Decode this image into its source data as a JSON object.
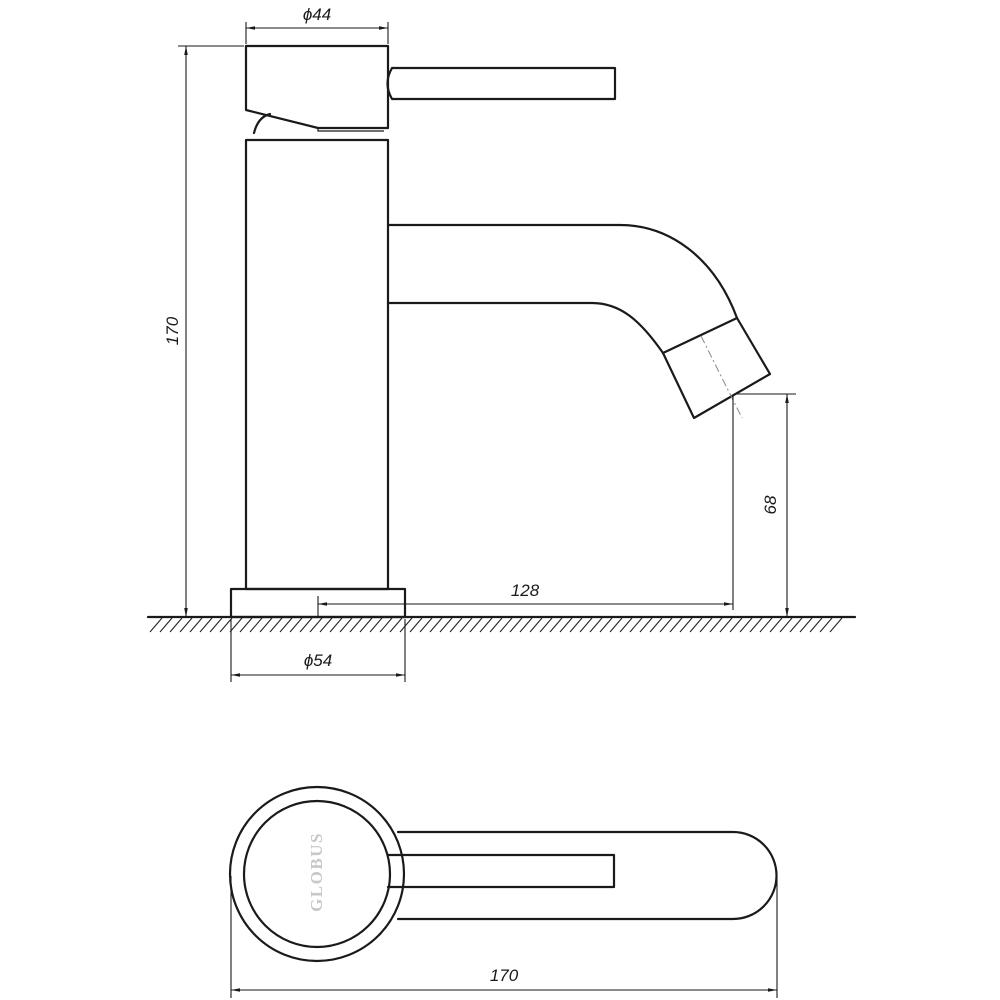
{
  "dimensions": {
    "handle_diameter": "ϕ44",
    "total_height": "170",
    "spout_height": "68",
    "spout_reach": "128",
    "base_diameter": "ϕ54",
    "total_length": "170"
  },
  "logo": {
    "text": "GLOBUS"
  }
}
